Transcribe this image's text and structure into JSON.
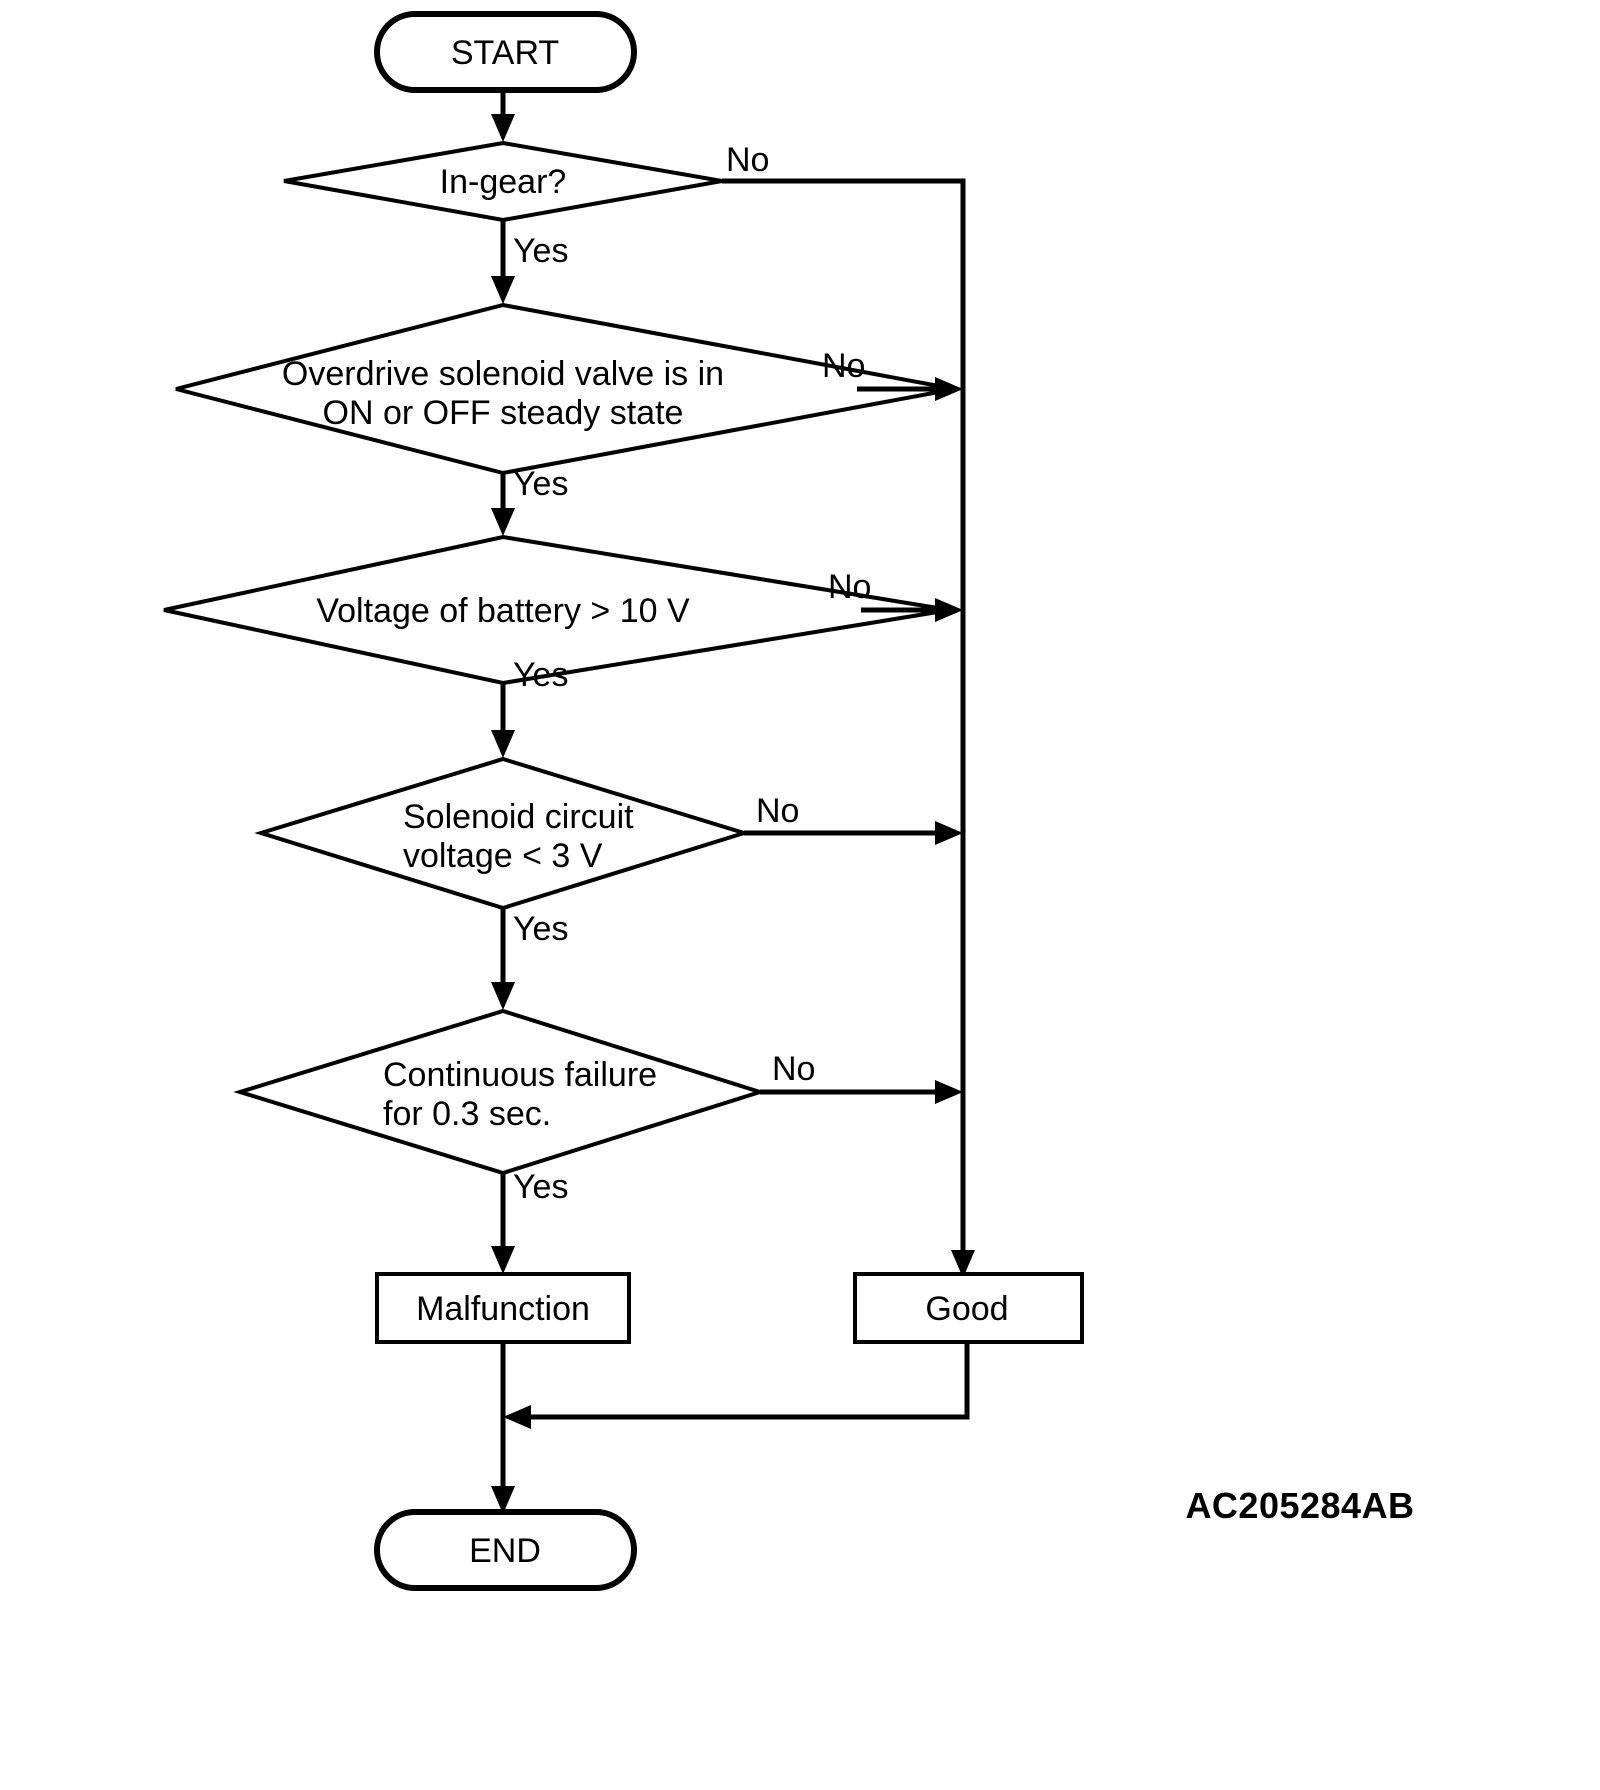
{
  "figure": {
    "code": "AC205284AB",
    "type": "flowchart",
    "title": "Overdrive solenoid valve circuit diagnosis flowchart"
  },
  "nodes": {
    "start": {
      "label": "START",
      "shape": "terminator"
    },
    "decision_1": {
      "label": "In-gear?",
      "shape": "decision"
    },
    "decision_2": {
      "line1": "Overdrive solenoid valve is in",
      "line2": "ON or OFF steady state",
      "shape": "decision"
    },
    "decision_3": {
      "label": "Voltage of battery > 10 V",
      "shape": "decision"
    },
    "decision_4": {
      "line1": "Solenoid circuit",
      "line2": "voltage < 3 V",
      "shape": "decision"
    },
    "decision_5": {
      "line1": "Continuous failure",
      "line2": "for 0.3 sec.",
      "shape": "decision"
    },
    "malfunction": {
      "label": "Malfunction",
      "shape": "process"
    },
    "good": {
      "label": "Good",
      "shape": "process"
    },
    "end": {
      "label": "END",
      "shape": "terminator"
    }
  },
  "edges": {
    "yes_1": "Yes",
    "no_1": "No",
    "yes_2": "Yes",
    "no_2": "No",
    "yes_3": "Yes",
    "no_3": "No",
    "yes_4": "Yes",
    "no_4": "No",
    "yes_5": "Yes",
    "no_5": "No"
  },
  "colors": {
    "stroke": "#000000",
    "fill": "#ffffff",
    "background": "#ffffff"
  }
}
